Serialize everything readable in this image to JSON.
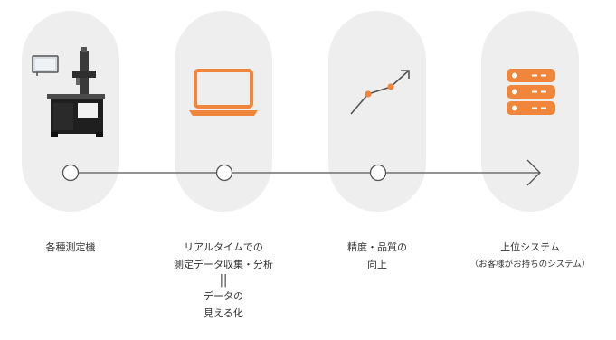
{
  "stages": [
    {
      "icon": "measuring-machine-icon",
      "lines": [
        "各種測定機"
      ]
    },
    {
      "icon": "laptop-icon",
      "lines": [
        "リアルタイムでの",
        "測定データ収集・分析"
      ],
      "equivalence_mark": "||",
      "sub_lines": [
        "データの",
        "見える化"
      ]
    },
    {
      "icon": "trend-up-icon",
      "lines": [
        "精度・品質の",
        "向上"
      ]
    },
    {
      "icon": "server-icon",
      "lines": [
        "上位システム"
      ],
      "note": "（お客様がお持ちのシステム）"
    }
  ],
  "colors": {
    "accent": "#f0863b",
    "pill_background": "#eeeeee",
    "line": "#555555",
    "text": "#333333"
  }
}
